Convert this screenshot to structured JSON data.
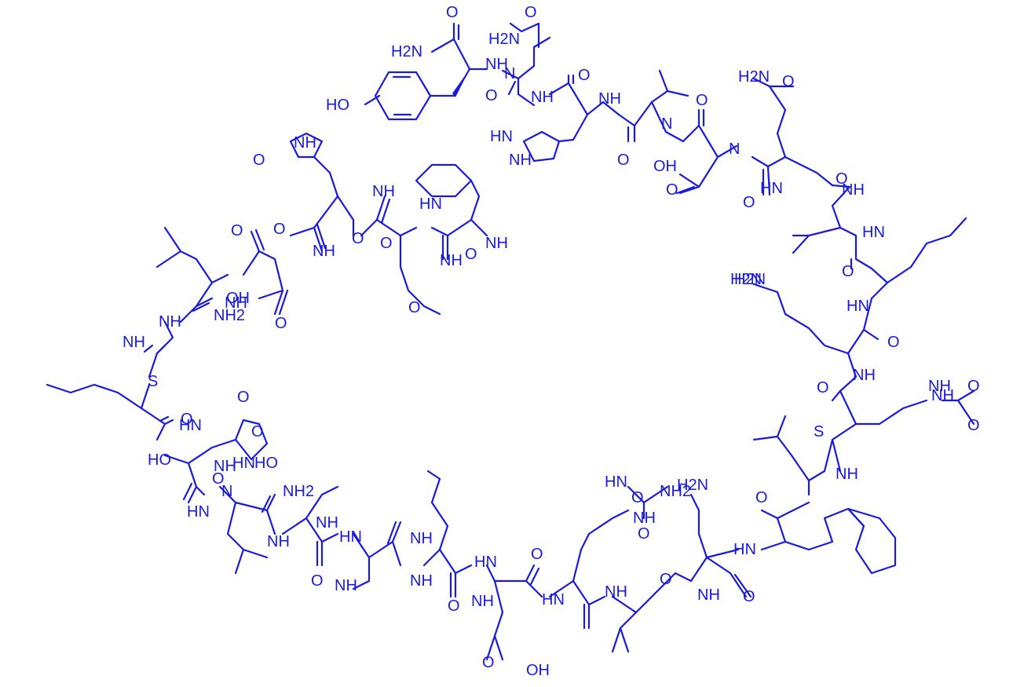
{
  "diagram": {
    "type": "chemical-structure",
    "color": "#1a1adb",
    "labels": [
      "H2N",
      "O",
      "H2N",
      "O",
      "NH",
      "HO",
      "N",
      "O",
      "NH",
      "O",
      "NH",
      "N",
      "HN",
      "NH",
      "O",
      "O",
      "H2N",
      "O",
      "OH",
      "O",
      "N",
      "HN",
      "NH",
      "O",
      "O",
      "H2N",
      "HN",
      "HN",
      "O",
      "H2N",
      "O",
      "NH",
      "O",
      "NH",
      "O",
      "S",
      "NH",
      "O",
      "NH",
      "O",
      "H2N",
      "HN",
      "O",
      "NH",
      "O",
      "NH",
      "NH",
      "O",
      "HN",
      "O",
      "HN",
      "NH",
      "NH2",
      "HN",
      "O",
      "NH",
      "O",
      "NH",
      "HN",
      "O",
      "NH",
      "NH",
      "NH2",
      "NH",
      "N",
      "HN",
      "O",
      "HN",
      "O",
      "HO",
      "O",
      "NH",
      "HO",
      "O",
      "NH",
      "S",
      "HN",
      "NH",
      "NH2",
      "NH",
      "O",
      "OH",
      "O",
      "O",
      "NH",
      "O",
      "O",
      "NH",
      "NH",
      "O",
      "HN",
      "NH",
      "NH",
      "O",
      "O",
      "O",
      "OH"
    ]
  }
}
